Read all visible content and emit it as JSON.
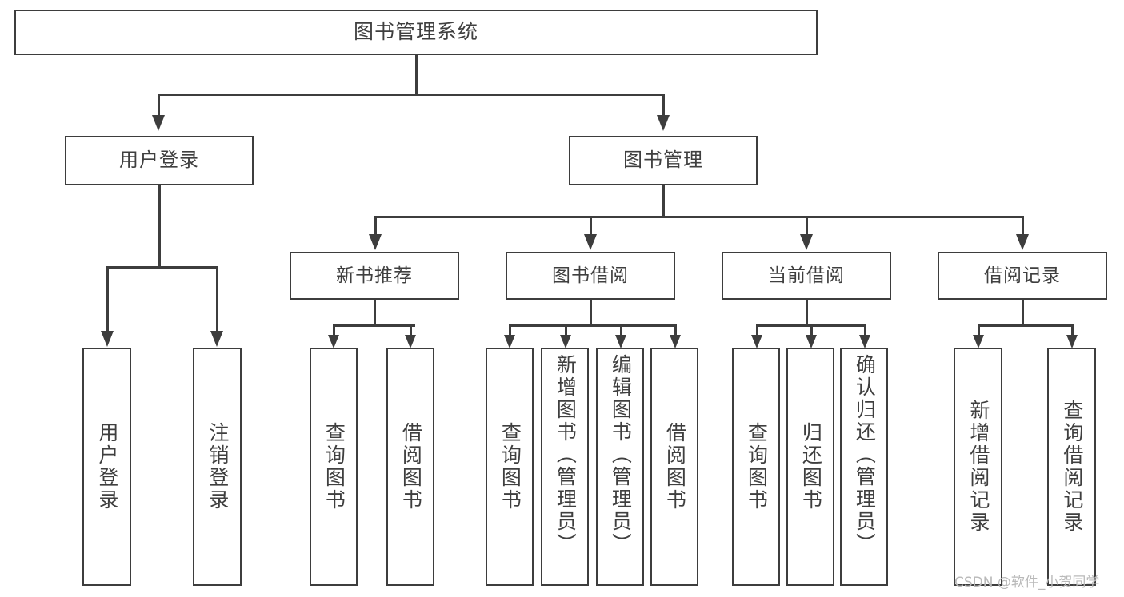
{
  "diagram": {
    "type": "tree-hierarchy",
    "title": "图书管理系统",
    "watermark": "CSDN @软件_小贺同学",
    "colors": {
      "background": "#ffffff",
      "border": "#3d3d3d",
      "text": "#3f3f3f",
      "watermark": "#b9b9b9"
    }
  },
  "nodes": {
    "root": {
      "label": "图书管理系统"
    },
    "level2": [
      {
        "label": "用户登录"
      },
      {
        "label": "图书管理"
      }
    ],
    "level3": [
      {
        "label": "新书推荐"
      },
      {
        "label": "图书借阅"
      },
      {
        "label": "当前借阅"
      },
      {
        "label": "借阅记录"
      }
    ],
    "leaves": {
      "user_login": [
        {
          "label": "用户登录"
        },
        {
          "label": "注销登录"
        }
      ],
      "new_book": [
        {
          "label": "查询图书"
        },
        {
          "label": "借阅图书"
        }
      ],
      "book_borrow": [
        {
          "label": "查询图书"
        },
        {
          "label": "新增图书（管理员）"
        },
        {
          "label": "编辑图书（管理员）"
        },
        {
          "label": "借阅图书"
        }
      ],
      "current_borrow": [
        {
          "label": "查询图书"
        },
        {
          "label": "归还图书"
        },
        {
          "label": "确认归还（管理员）"
        }
      ],
      "borrow_record": [
        {
          "label": "新增借阅记录"
        },
        {
          "label": "查询借阅记录"
        }
      ]
    }
  }
}
